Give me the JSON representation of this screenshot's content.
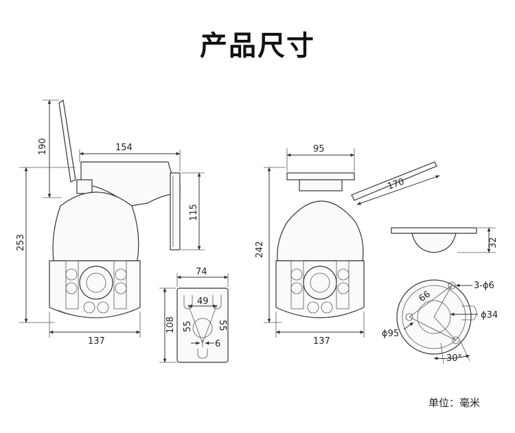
{
  "title": "产品尺寸",
  "unit_label": "单位：毫米",
  "dimensions": {
    "antenna_height": "190",
    "total_height_left": "253",
    "bracket_width": "154",
    "bracket_plate_height": "115",
    "body_width_left": "137",
    "plate_width": "74",
    "plate_hole_spacing": "49",
    "plate_height": "108",
    "plate_diag_left": "55",
    "plate_diag_right": "55",
    "plate_slot": "6",
    "top_width": "95",
    "antenna_length": "170",
    "total_height_right": "242",
    "body_width_right": "137",
    "mount_height": "32",
    "hole_spacing": "66",
    "holes": "3-ϕ6",
    "center_hole": "ϕ34",
    "base_diameter": "ϕ95",
    "angle": "30°"
  }
}
